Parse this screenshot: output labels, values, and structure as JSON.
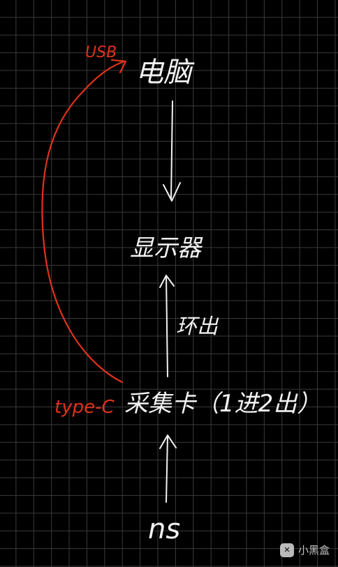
{
  "nodes": {
    "computer": "电脑",
    "monitor": "显示器",
    "capture_card": "采集卡（1进2出）",
    "source": "ns"
  },
  "edge_labels": {
    "usb": "USB",
    "type_c": "type-C",
    "loop_out": "环出"
  },
  "colors": {
    "background": "#000000",
    "grid": "#3a3a3a",
    "ink": "#f2f2f2",
    "accent": "#e0321c"
  },
  "watermark": {
    "text": "小黑盒",
    "icon": "xiaoheihe-logo-icon"
  }
}
